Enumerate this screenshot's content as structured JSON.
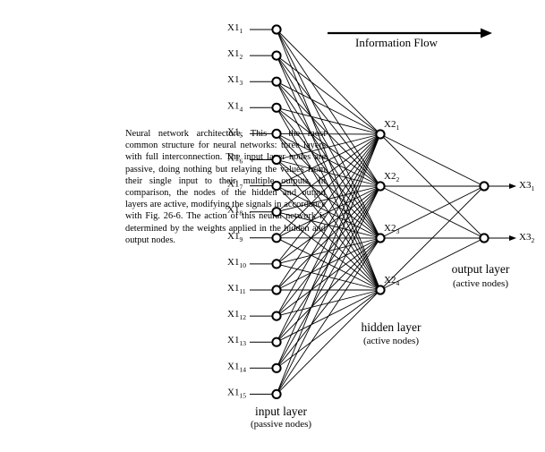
{
  "caption": "Neural network architecture. This is the most common structure for neural networks: three layers with full interconnection. The input layer nodes are passive, doing nothing but relaying the values from their single input to their multiple outputs. In comparison, the nodes of the hidden and output layers are active, modifying the signals in accordance with Fig. 26-6. The action of this neural network is determined by the weights applied in the hidden and output nodes.",
  "flow_label": "Information Flow",
  "input_layer": {
    "title": "input layer",
    "subtitle": "(passive nodes)",
    "nodes": [
      {
        "base": "X1",
        "sub": "1"
      },
      {
        "base": "X1",
        "sub": "2"
      },
      {
        "base": "X1",
        "sub": "3"
      },
      {
        "base": "X1",
        "sub": "4"
      },
      {
        "base": "X1",
        "sub": "5"
      },
      {
        "base": "X1",
        "sub": "6"
      },
      {
        "base": "X1",
        "sub": "7"
      },
      {
        "base": "X1",
        "sub": "8"
      },
      {
        "base": "X1",
        "sub": "9"
      },
      {
        "base": "X1",
        "sub": "10"
      },
      {
        "base": "X1",
        "sub": "11"
      },
      {
        "base": "X1",
        "sub": "12"
      },
      {
        "base": "X1",
        "sub": "13"
      },
      {
        "base": "X1",
        "sub": "14"
      },
      {
        "base": "X1",
        "sub": "15"
      }
    ]
  },
  "hidden_layer": {
    "title": "hidden layer",
    "subtitle": "(active nodes)",
    "nodes": [
      {
        "base": "X2",
        "sub": "1"
      },
      {
        "base": "X2",
        "sub": "2"
      },
      {
        "base": "X2",
        "sub": "3"
      },
      {
        "base": "X2",
        "sub": "4"
      }
    ]
  },
  "output_layer": {
    "title": "output layer",
    "subtitle": "(active nodes)",
    "nodes": [
      {
        "base": "X3",
        "sub": "1"
      },
      {
        "base": "X3",
        "sub": "2"
      }
    ]
  }
}
